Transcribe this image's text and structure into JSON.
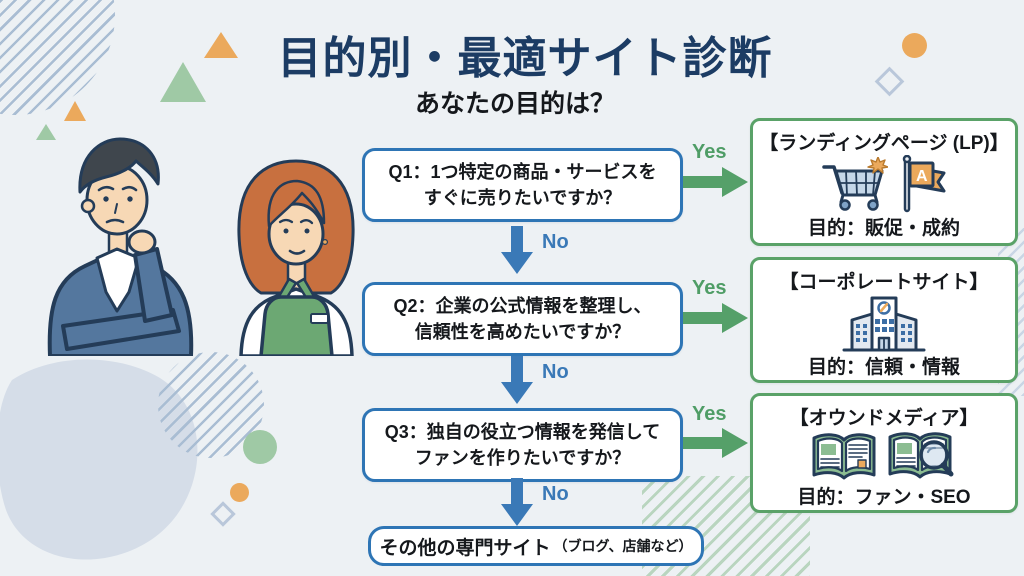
{
  "title": "目的別・最適サイト診断",
  "subtitle": "あなたの目的は？",
  "flow": {
    "yes_label": "Yes",
    "no_label": "No",
    "questions": [
      {
        "id": "Q1",
        "line1": "Q1：1つ特定の商品・サービスを",
        "line2": "すぐに売りたいですか？"
      },
      {
        "id": "Q2",
        "line1": "Q2：企業の公式情報を整理し、",
        "line2": "信頼性を高めたいですか？"
      },
      {
        "id": "Q3",
        "line1": "Q3：独自の役立つ情報を発信して",
        "line2": "ファンを作りたいですか？"
      }
    ],
    "fallback": {
      "label": "その他の専門サイト",
      "note": "（ブログ、店舗など）"
    }
  },
  "results": [
    {
      "name": "【ランディングページ (LP)】",
      "purpose": "目的：販促・成約",
      "icons": [
        "shopping-cart-icon",
        "promo-flag-icon"
      ],
      "flag_letter": "A"
    },
    {
      "name": "【コーポレートサイト】",
      "purpose": "目的：信頼・情報",
      "icons": [
        "office-building-icon"
      ]
    },
    {
      "name": "【オウンドメディア】",
      "purpose": "目的：ファン・SEO",
      "icons": [
        "open-book-icon",
        "book-magnifier-icon"
      ]
    }
  ],
  "illustration": {
    "figures": [
      "thinking-man",
      "apron-woman"
    ]
  },
  "colors": {
    "background": "#edf1f4",
    "title": "#1c3c64",
    "question_border": "#2e75b5",
    "result_border": "#5aa268",
    "yes_green": "#4f9d66",
    "no_blue": "#3a79b7",
    "accent_orange": "#eba95c",
    "accent_green": "#9fc9a5"
  }
}
